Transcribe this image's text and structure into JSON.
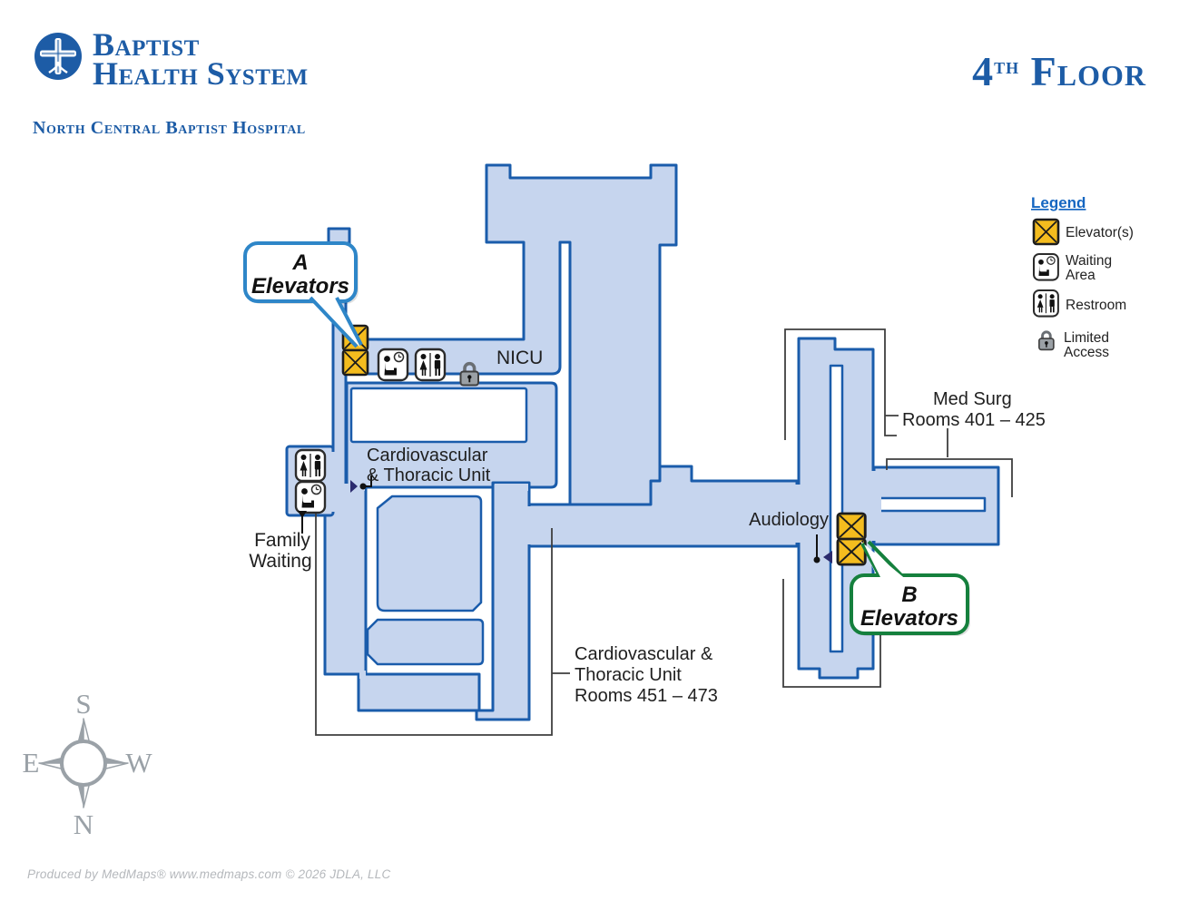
{
  "header": {
    "brand_line1": "Baptist",
    "brand_line2": "Health System",
    "subtitle": "North Central Baptist Hospital",
    "floor": {
      "number": "4",
      "suffix": "th",
      "word": "Floor"
    }
  },
  "legend": {
    "title": "Legend",
    "elevators": "Elevator(s)",
    "waiting1": "Waiting",
    "waiting2": "Area",
    "restroom": "Restroom",
    "limited1": "Limited",
    "limited2": "Access"
  },
  "map": {
    "labels": {
      "nicu": "NICU",
      "cardio1": "Cardiovascular",
      "cardio2": "& Thoracic Unit",
      "family1": "Family",
      "family2": "Waiting",
      "audiology": "Audiology",
      "medsurg1": "Med Surg",
      "medsurg2": "Rooms 401 – 425",
      "rooms1": "Cardiovascular &",
      "rooms2": "Thoracic Unit",
      "rooms3": "Rooms 451 – 473"
    },
    "callouts": {
      "a1": "A",
      "a2": "Elevators",
      "b1": "B",
      "b2": "Elevators"
    }
  },
  "compass": {
    "n": "N",
    "s": "S",
    "e": "E",
    "w": "W"
  },
  "footer": {
    "text": "Produced by MedMaps®  www.medmaps.com  © 2026 JDLA, LLC"
  },
  "colors": {
    "map_fill": "#c6d5ee",
    "map_stroke": "#1a5cab",
    "elevator_yellow": "#f4bc1e",
    "callout_a_border": "#2e86c8",
    "callout_b_border": "#15803d",
    "header_blue": "#1d5ca6",
    "legend_blue": "#1566c1",
    "marker_navy": "#2b2b6e"
  }
}
